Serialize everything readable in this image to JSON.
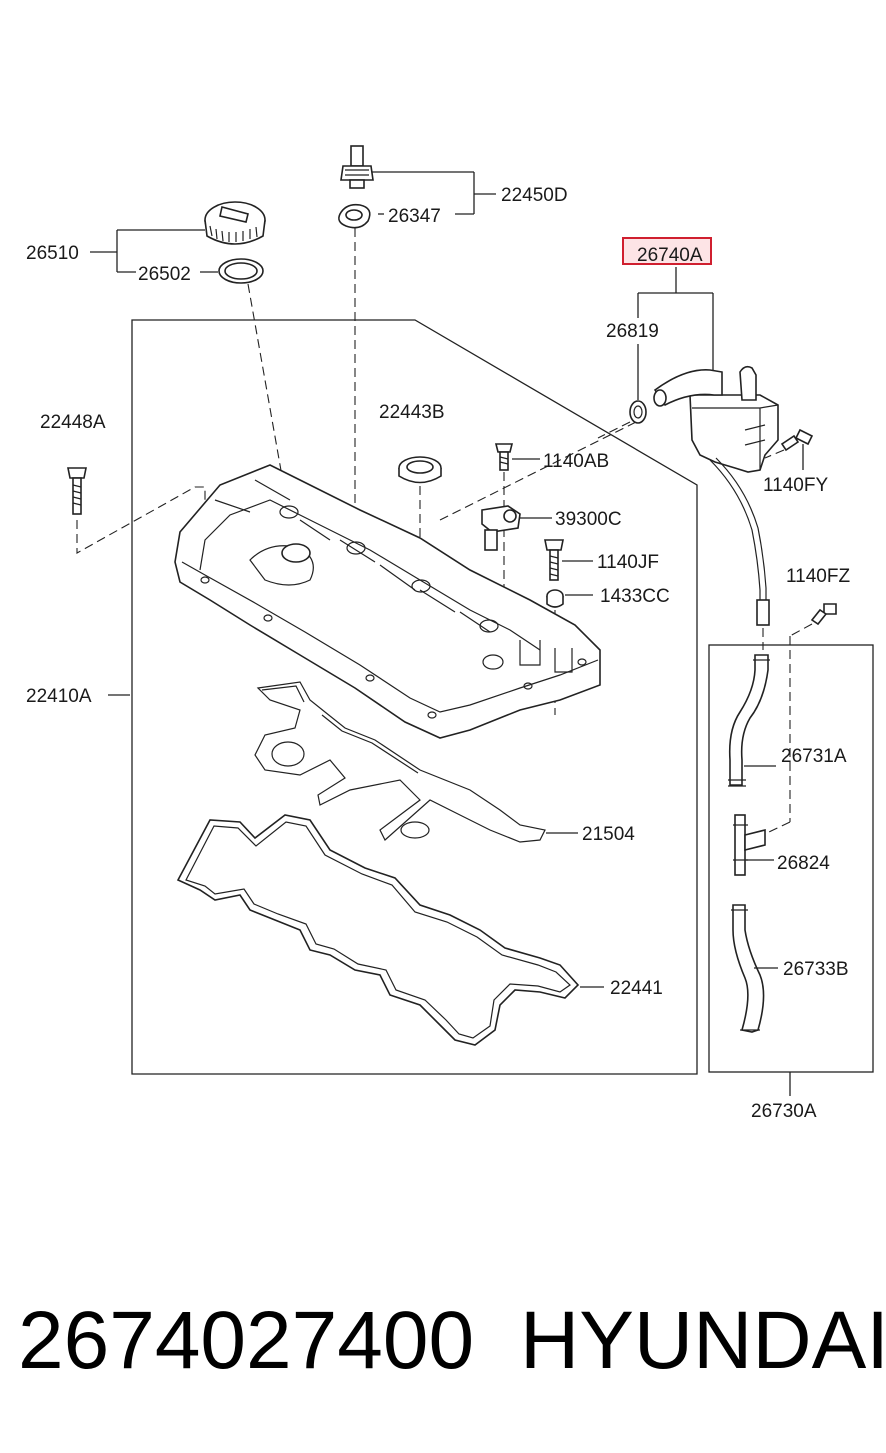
{
  "labels": {
    "p22450D": "22450D",
    "p26347": "26347",
    "p26510": "26510",
    "p26502": "26502",
    "p26740A": "26740A",
    "p26819": "26819",
    "p22448A": "22448A",
    "p22443B": "22443B",
    "p1140AB": "1140AB",
    "p39300C": "39300C",
    "p1140JF": "1140JF",
    "p1433CC": "1433CC",
    "p1140FY": "1140FY",
    "p1140FZ": "1140FZ",
    "p22410A": "22410A",
    "p26731A": "26731A",
    "p21504": "21504",
    "p26824": "26824",
    "p26733B": "26733B",
    "p22441": "22441",
    "p26730A": "26730A"
  },
  "highlight_color": "#d01f2f",
  "footer": {
    "part_number": "2674027400",
    "brand": "HYUNDAI"
  }
}
